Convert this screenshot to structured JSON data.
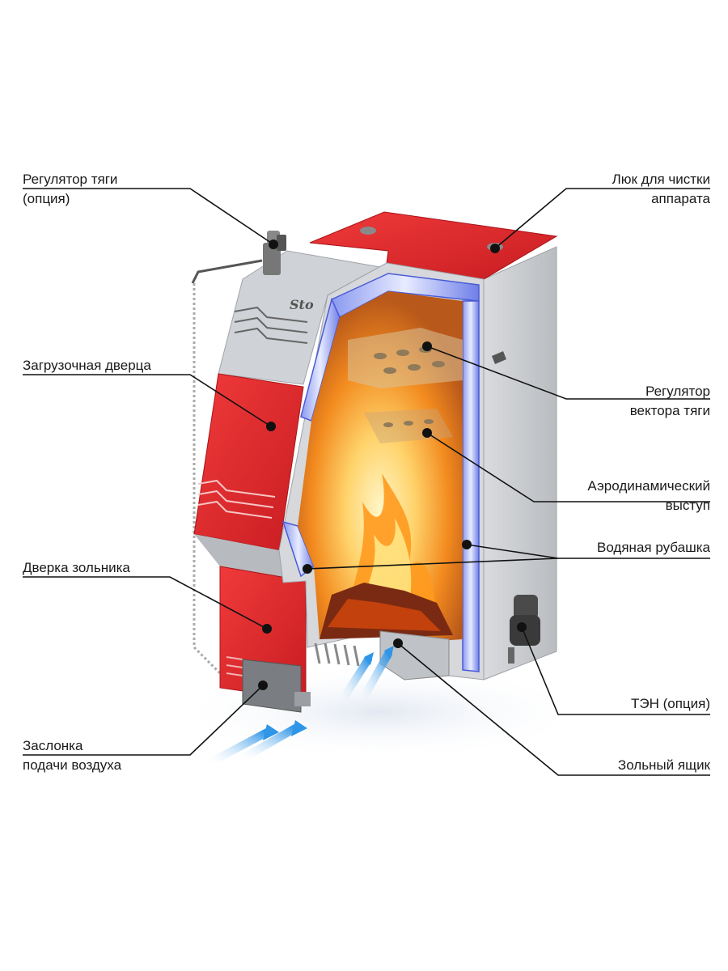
{
  "colors": {
    "body_red": "#e8262c",
    "steel": "#c9cbce",
    "water_jacket": "#6f7fe8",
    "flame": "#f5a623",
    "air_arrows": "#3aa0e8",
    "leader_line": "#111111"
  },
  "brand_mark": "Sto",
  "labels": [
    {
      "id": "draft-regulator",
      "lines": [
        "Регулятор тяги",
        "(опция)"
      ]
    },
    {
      "id": "cleaning-hatch",
      "lines": [
        "Люк для чистки",
        "аппарата"
      ]
    },
    {
      "id": "loading-door",
      "lines": [
        "Загрузочная дверца"
      ]
    },
    {
      "id": "draft-vector-regulator",
      "lines": [
        "Регулятор",
        "вектора тяги"
      ]
    },
    {
      "id": "aerodynamic-ledge",
      "lines": [
        "Аэродинамический",
        "выступ"
      ]
    },
    {
      "id": "water-jacket",
      "lines": [
        "Водяная рубашка"
      ]
    },
    {
      "id": "ash-door",
      "lines": [
        "Дверка зольника"
      ]
    },
    {
      "id": "heater-element",
      "lines": [
        "ТЭН (опция)"
      ]
    },
    {
      "id": "air-damper",
      "lines": [
        "Заслонка",
        "подачи воздуха"
      ]
    },
    {
      "id": "ash-box",
      "lines": [
        "Зольный ящик"
      ]
    }
  ]
}
